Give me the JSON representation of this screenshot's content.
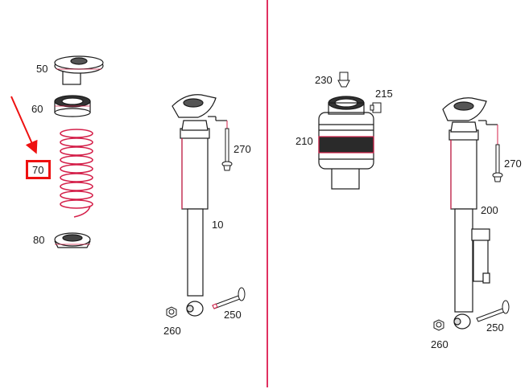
{
  "diagram": {
    "type": "exploded-parts-diagram",
    "subject": "rear shock absorber / air suspension assembly",
    "colors": {
      "line": "#1a1a1a",
      "accent_lines": "#d4204a",
      "divider": "#e03060",
      "highlight": "#ee1111",
      "background": "#ffffff"
    },
    "left_panel": {
      "parts": [
        {
          "id": "50",
          "name": "upper spring mount"
        },
        {
          "id": "60",
          "name": "spring seat / bearing"
        },
        {
          "id": "70",
          "name": "coil spring",
          "highlighted": true
        },
        {
          "id": "80",
          "name": "lower spring seat"
        },
        {
          "id": "10",
          "name": "shock absorber"
        },
        {
          "id": "270",
          "name": "mounting bolt"
        },
        {
          "id": "250",
          "name": "lower bolt"
        },
        {
          "id": "260",
          "name": "nut"
        }
      ]
    },
    "right_panel": {
      "parts": [
        {
          "id": "230",
          "name": "valve"
        },
        {
          "id": "215",
          "name": "fitting"
        },
        {
          "id": "210",
          "name": "air spring"
        },
        {
          "id": "200",
          "name": "shock absorber (adaptive)"
        },
        {
          "id": "270",
          "name": "mounting bolt"
        },
        {
          "id": "250",
          "name": "lower bolt"
        },
        {
          "id": "260",
          "name": "nut"
        }
      ]
    },
    "labels": {
      "l50": "50",
      "l60": "60",
      "l70": "70",
      "l80": "80",
      "l10": "10",
      "l270a": "270",
      "l250a": "250",
      "l260a": "260",
      "l230": "230",
      "l215": "215",
      "l210": "210",
      "l200": "200",
      "l270b": "270",
      "l250b": "250",
      "l260b": "260"
    }
  }
}
